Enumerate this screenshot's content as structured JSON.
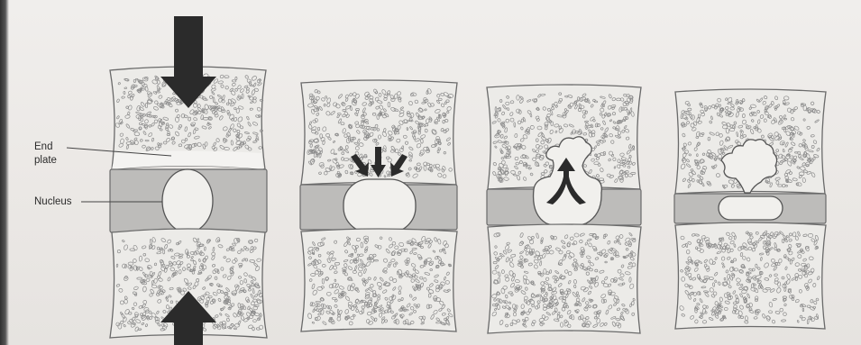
{
  "labels": {
    "end_plate_line1": "End",
    "end_plate_line2": "plate",
    "nucleus": "Nucleus"
  },
  "colors": {
    "vertebra_fill": "#ecebe8",
    "vertebra_stroke": "#6a6a6a",
    "disc_fill": "#bdbcba",
    "nucleus_fill": "#f1f0ed",
    "arrow_fill": "#2b2b2b",
    "trabecular": "#8a8a8a"
  },
  "stages": [
    {
      "name": "stage-1-axial-load"
    },
    {
      "name": "stage-2-endplate-pressure"
    },
    {
      "name": "stage-3-endplate-fracture"
    },
    {
      "name": "stage-4-schmorl-node"
    }
  ]
}
